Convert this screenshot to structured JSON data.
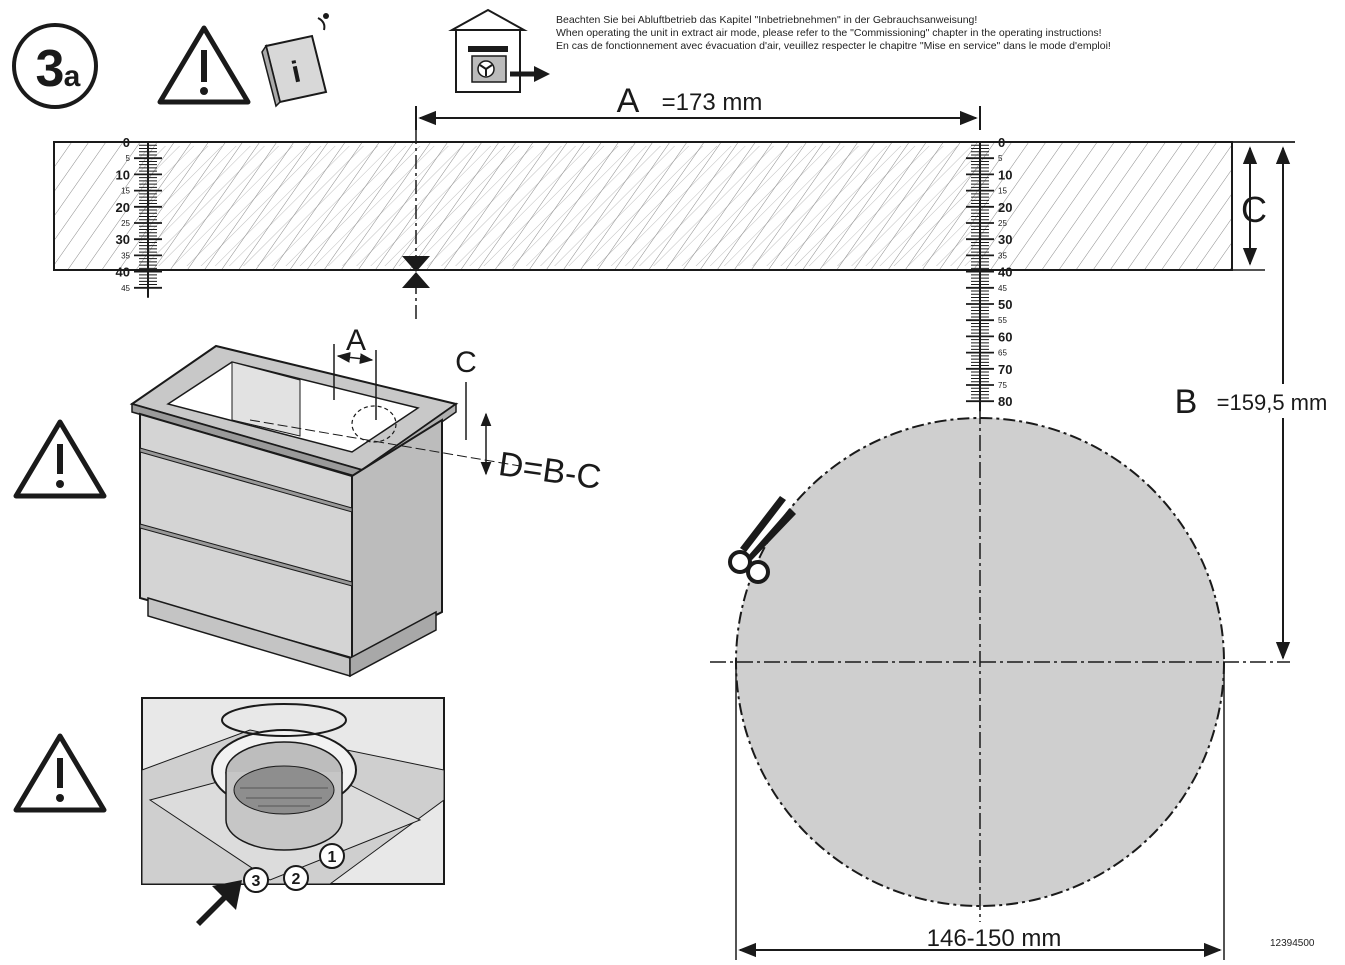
{
  "step_label": "3",
  "step_sub": "a",
  "notice": {
    "line_de": "Beachten Sie bei Abluftbetrieb das Kapitel \"Inbetriebnehmen\" in der Gebrauchsanweisung!",
    "line_en": "When operating the unit in extract air mode, please refer to the \"Commissioning\" chapter in the operating instructions!",
    "line_fr": "En cas de fonctionnement avec évacuation d'air, veuillez respecter le chapitre \"Mise en service\" dans le mode d'emploi!"
  },
  "dimensions": {
    "a_letter": "A",
    "a_value": "=173 mm",
    "b_letter": "B",
    "b_value": "=159,5 mm",
    "c_letter": "C",
    "diameter": "146-150 mm",
    "cab_a": "A",
    "cab_c": "C",
    "cab_d": "D=B-C"
  },
  "ruler_left": [
    "0",
    "5",
    "10",
    "15",
    "20",
    "25",
    "30",
    "35",
    "40",
    "45"
  ],
  "ruler_right": [
    "0",
    "5",
    "10",
    "15",
    "20",
    "25",
    "30",
    "35",
    "40",
    "45",
    "50",
    "55",
    "60",
    "65",
    "70",
    "75",
    "80"
  ],
  "callouts": [
    "1",
    "2",
    "3"
  ],
  "info_icon_letter": "i",
  "doc_number": "12394500",
  "colors": {
    "line": "#1a1a1a",
    "circle_fill": "#cfcfcf",
    "panel_fill": "#e6e6e6",
    "cabinet": "#d0d0d0"
  }
}
